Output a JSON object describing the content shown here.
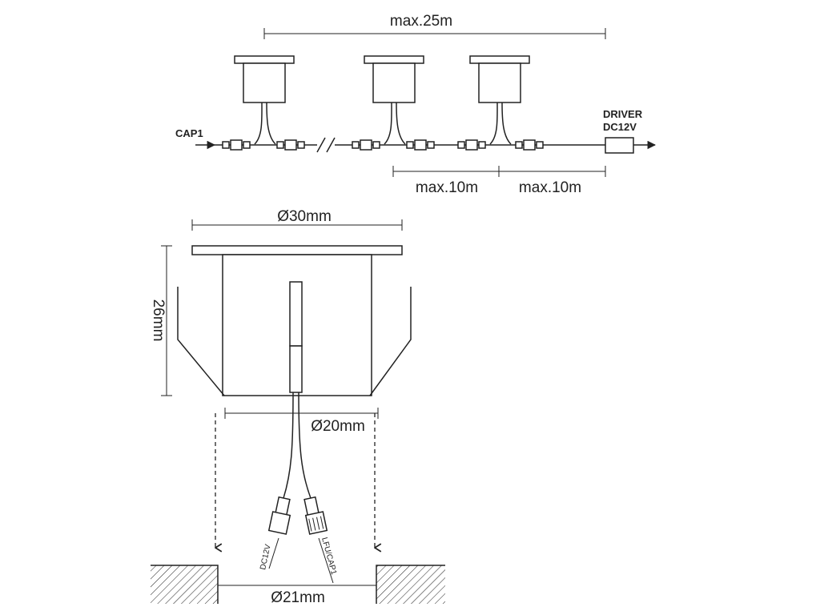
{
  "wiring": {
    "span_total": "max.25m",
    "input_label": "CAP1",
    "driver_label_line1": "DRIVER",
    "driver_label_line2": "DC12V",
    "segment_1": "max.10m",
    "segment_2": "max.10m"
  },
  "fixture": {
    "flange_diameter": "Ø30mm",
    "height": "26mm",
    "body_diameter": "Ø20mm",
    "hole_diameter": "Ø21mm",
    "connector_left": "DC12V",
    "connector_right": "LFU/CAP1"
  }
}
